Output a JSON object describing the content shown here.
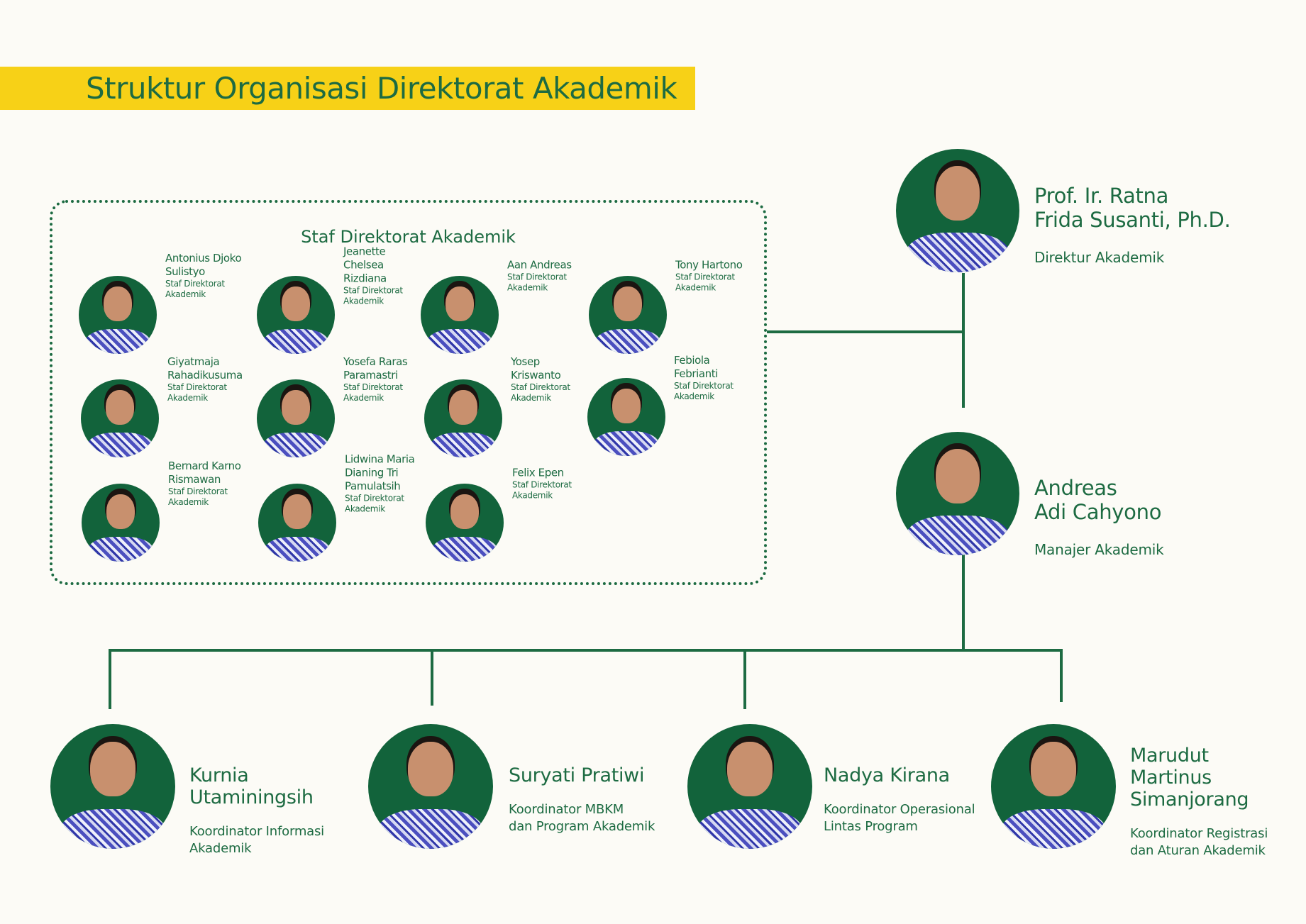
{
  "title": "Struktur Organisasi Direktorat Akademik",
  "staff_section": {
    "title": "Staf Direktorat Akademik",
    "members": [
      {
        "name": "Antonius Djoko\nSulistyo",
        "role": "Staf Direktorat\nAkademik"
      },
      {
        "name": "Jeanette\nChelsea\nRizdiana",
        "role": "Staf Direktorat\nAkademik"
      },
      {
        "name": "Aan Andreas",
        "role": "Staf Direktorat\nAkademik"
      },
      {
        "name": "Tony Hartono",
        "role": "Staf Direktorat\nAkademik"
      },
      {
        "name": "Giyatmaja\nRahadikusuma",
        "role": "Staf Direktorat\nAkademik"
      },
      {
        "name": "Yosefa Raras\nParamastri",
        "role": "Staf Direktorat\nAkademik"
      },
      {
        "name": "Yosep\nKriswanto",
        "role": "Staf Direktorat\nAkademik"
      },
      {
        "name": "Febiola\nFebrianti",
        "role": "Staf Direktorat\nAkademik"
      },
      {
        "name": "Bernard Karno\nRismawan",
        "role": "Staf Direktorat\nAkademik"
      },
      {
        "name": "Lidwina Maria\nDianing Tri\nPamulatsih",
        "role": "Staf Direktorat\nAkademik"
      },
      {
        "name": "Felix Epen",
        "role": "Staf Direktorat\nAkademik"
      }
    ]
  },
  "director": {
    "name": "Prof. Ir. Ratna\nFrida Susanti, Ph.D.",
    "role": "Direktur Akademik"
  },
  "manager": {
    "name": "Andreas\nAdi Cahyono",
    "role": "Manajer Akademik"
  },
  "coordinators": [
    {
      "name": "Kurnia\nUtaminingsih",
      "role": "Koordinator Informasi\nAkademik"
    },
    {
      "name": "Suryati Pratiwi",
      "role": "Koordinator MBKM\ndan Program Akademik"
    },
    {
      "name": "Nadya Kirana",
      "role": "Koordinator Operasional\nLintas Program"
    },
    {
      "name": "Marudut\nMartinus\nSimanjorang",
      "role": "Koordinator Registrasi\ndan Aturan Akademik"
    }
  ],
  "colors": {
    "accent_green": "#1d6b42",
    "title_yellow": "#f7d117",
    "background": "#fcfbf6"
  }
}
